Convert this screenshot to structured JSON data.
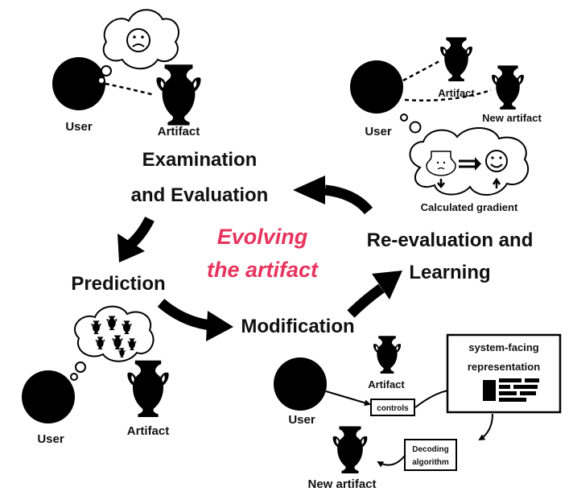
{
  "colors": {
    "ink": "#000000",
    "accent": "#e8335f",
    "background": "#ffffff"
  },
  "center_title": {
    "line1": "Evolving",
    "line2": "the artifact"
  },
  "stages": {
    "examination": {
      "line1": "Examination",
      "line2": "and Evaluation"
    },
    "prediction": {
      "label": "Prediction"
    },
    "modification": {
      "label": "Modification"
    },
    "reevaluation": {
      "line1": "Re-evaluation and",
      "line2": "Learning"
    }
  },
  "panel_examination": {
    "user": "User",
    "artifact": "Artifact",
    "thought": "frowning-face-icon"
  },
  "panel_reevaluation": {
    "user": "User",
    "artifact": "Artifact",
    "new_artifact": "New artifact",
    "cloud_caption": "Calculated gradient",
    "thought": "smiling-face-icon"
  },
  "panel_prediction": {
    "user": "User",
    "artifact": "Artifact",
    "thought": "vase-variations-icon"
  },
  "panel_modification": {
    "user": "User",
    "artifact": "Artifact",
    "controls": "controls",
    "representation_line1": "system-facing",
    "representation_line2": "representation",
    "decoding_line1": "Decoding",
    "decoding_line2": "algorithm",
    "new_artifact": "New artifact"
  }
}
